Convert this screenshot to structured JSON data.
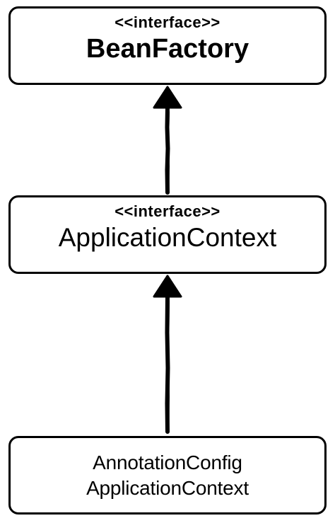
{
  "diagram": {
    "nodes": [
      {
        "id": "bean-factory",
        "stereotype": "<<interface>>",
        "name": "BeanFactory"
      },
      {
        "id": "application-context",
        "stereotype": "<<interface>>",
        "name": "ApplicationContext"
      },
      {
        "id": "annotation-config-application-context",
        "name_line1": "AnnotationConfig",
        "name_line2": "ApplicationContext"
      }
    ],
    "edges": [
      {
        "from": "application-context",
        "to": "bean-factory",
        "type": "generalization-arrow"
      },
      {
        "from": "annotation-config-application-context",
        "to": "application-context",
        "type": "generalization-arrow"
      }
    ],
    "colors": {
      "stroke": "#000000",
      "background": "#ffffff"
    }
  }
}
